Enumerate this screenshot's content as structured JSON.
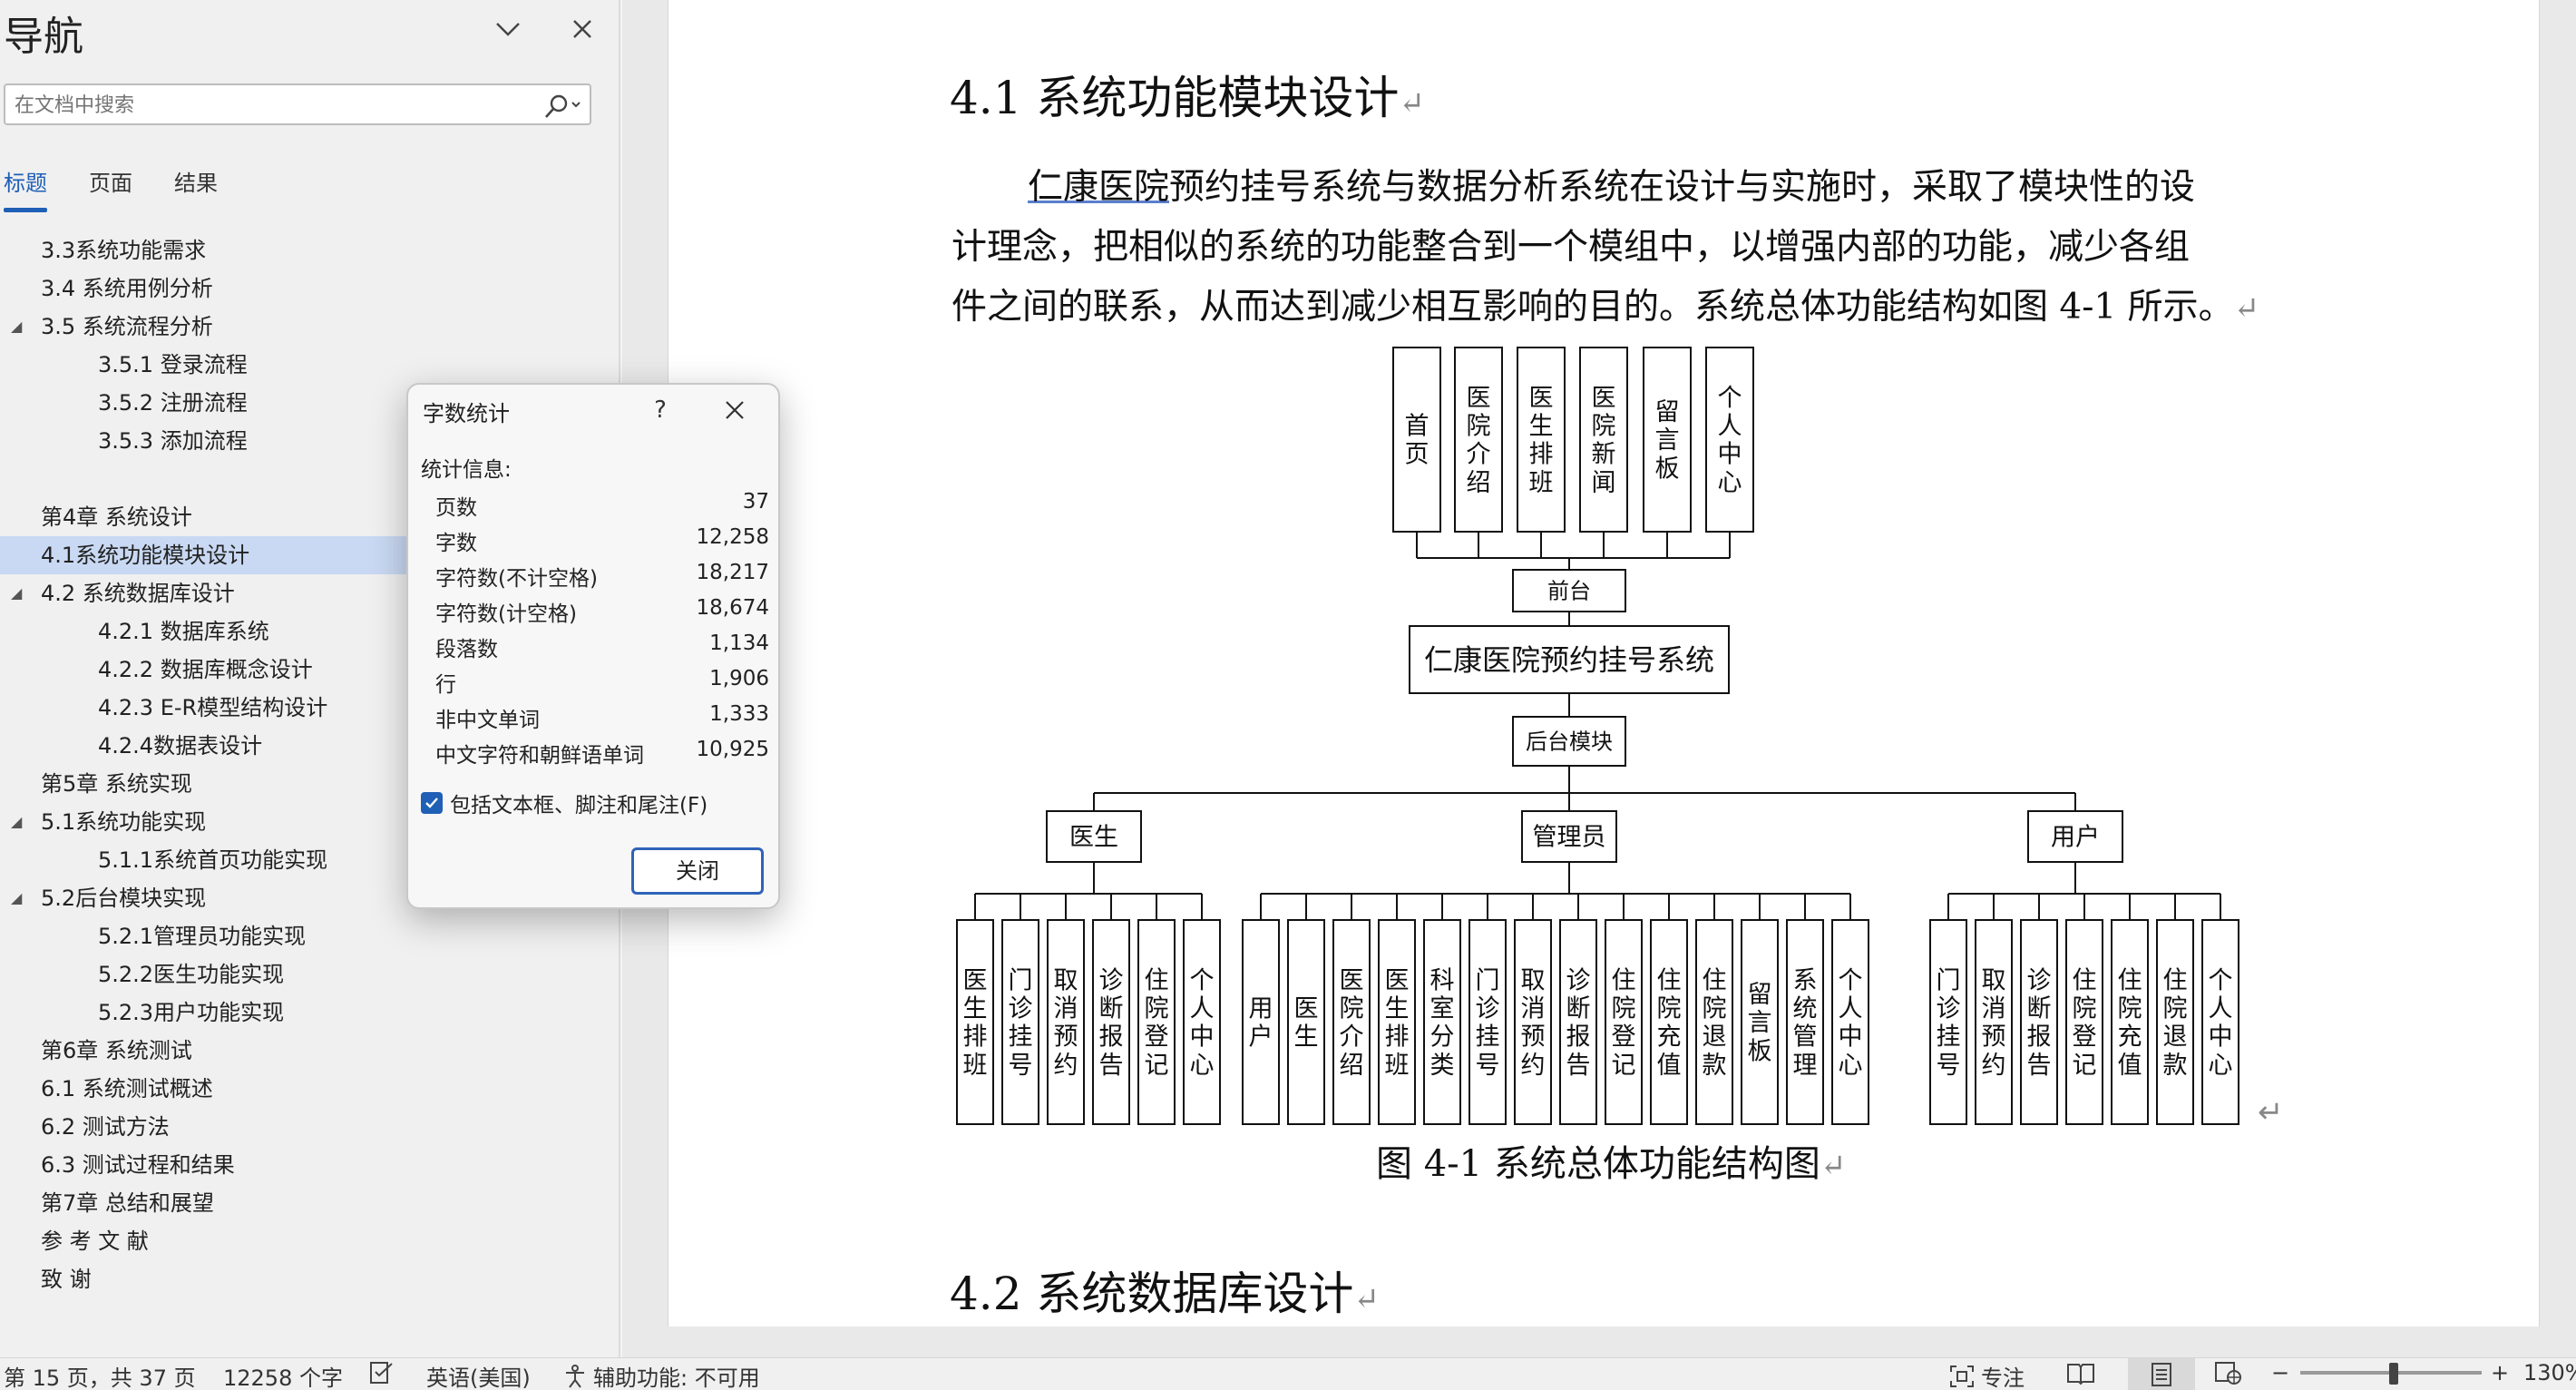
{
  "nav": {
    "title": "导航",
    "search_placeholder": "在文档中搜索",
    "tabs": [
      "标题",
      "页面",
      "结果"
    ],
    "items": [
      "3.3系统功能需求",
      "3.4 系统用例分析",
      "3.5 系统流程分析",
      "3.5.1 登录流程",
      "3.5.2 注册流程",
      "3.5.3 添加流程",
      "第4章 系统设计",
      "4.1系统功能模块设计",
      "4.2 系统数据库设计",
      "4.2.1 数据库系统",
      "4.2.2 数据库概念设计",
      "4.2.3 E-R模型结构设计",
      "4.2.4数据表设计",
      "第5章 系统实现",
      "5.1系统功能实现",
      "5.1.1系统首页功能实现",
      "5.2后台模块实现",
      "5.2.1管理员功能实现",
      "5.2.2医生功能实现",
      "5.2.3用户功能实现",
      "第6章  系统测试",
      "6.1 系统测试概述",
      "6.2 测试方法",
      "6.3 测试过程和结果",
      "第7章 总结和展望",
      "参 考 文 献",
      "致  谢"
    ]
  },
  "document": {
    "heading1": "4.1 系统功能模块设计",
    "para_underlined": "仁康医院",
    "para_line1_rest": "预约挂号系统与数据分析系统在设计与实施时，采取了模块性的设",
    "para_line2": "计理念，把相似的系统的功能整合到一个模组中，以增强内部的功能，减少各组",
    "para_line3": "件之间的联系，从而达到减少相互影响的目的。系统总体功能结构如图 4-1 所示。",
    "paragraph_mark": "↵",
    "diagram": {
      "front_items": [
        "首页",
        "医院介绍",
        "医生排班",
        "医院新闻",
        "留言板",
        "个人中心"
      ],
      "front_label": "前台",
      "system_label": "仁康医院预约挂号系统",
      "backend_label": "后台模块",
      "doctor_label": "医生",
      "admin_label": "管理员",
      "user_label": "用户",
      "doctor_items": [
        "医生排班",
        "门诊挂号",
        "取消预约",
        "诊断报告",
        "住院登记",
        "个人中心"
      ],
      "admin_items": [
        "用户",
        "医生",
        "医院介绍",
        "医生排班",
        "科室分类",
        "门诊挂号",
        "取消预约",
        "诊断报告",
        "住院登记",
        "住院充值",
        "住院退款",
        "留言板",
        "系统管理",
        "个人中心"
      ],
      "user_items": [
        "门诊挂号",
        "取消预约",
        "诊断报告",
        "住院登记",
        "住院充值",
        "住院退款",
        "个人中心"
      ]
    },
    "caption": "图 4-1  系统总体功能结构图",
    "heading2": "4.2  系统数据库设计"
  },
  "dialog": {
    "title": "字数统计",
    "help": "?",
    "section": "统计信息:",
    "stats": [
      {
        "k": "页数",
        "v": "37"
      },
      {
        "k": "字数",
        "v": "12,258"
      },
      {
        "k": "字符数(不计空格)",
        "v": "18,217"
      },
      {
        "k": "字符数(计空格)",
        "v": "18,674"
      },
      {
        "k": "段落数",
        "v": "1,134"
      },
      {
        "k": "行",
        "v": "1,906"
      },
      {
        "k": "非中文单词",
        "v": "1,333"
      },
      {
        "k": "中文字符和朝鲜语单词",
        "v": "10,925"
      }
    ],
    "checkbox_label": "包括文本框、脚注和尾注(F)",
    "close_label": "关闭"
  },
  "status": {
    "page": "第 15 页，共 37 页",
    "words": "12258 个字",
    "language": "英语(美国)",
    "accessibility": "辅助功能: 不可用",
    "focus": "专注",
    "zoom": "130%",
    "minus": "−",
    "plus": "+"
  },
  "colors": {
    "accent": "#1f5fb6",
    "selection": "#c9d9f3"
  }
}
